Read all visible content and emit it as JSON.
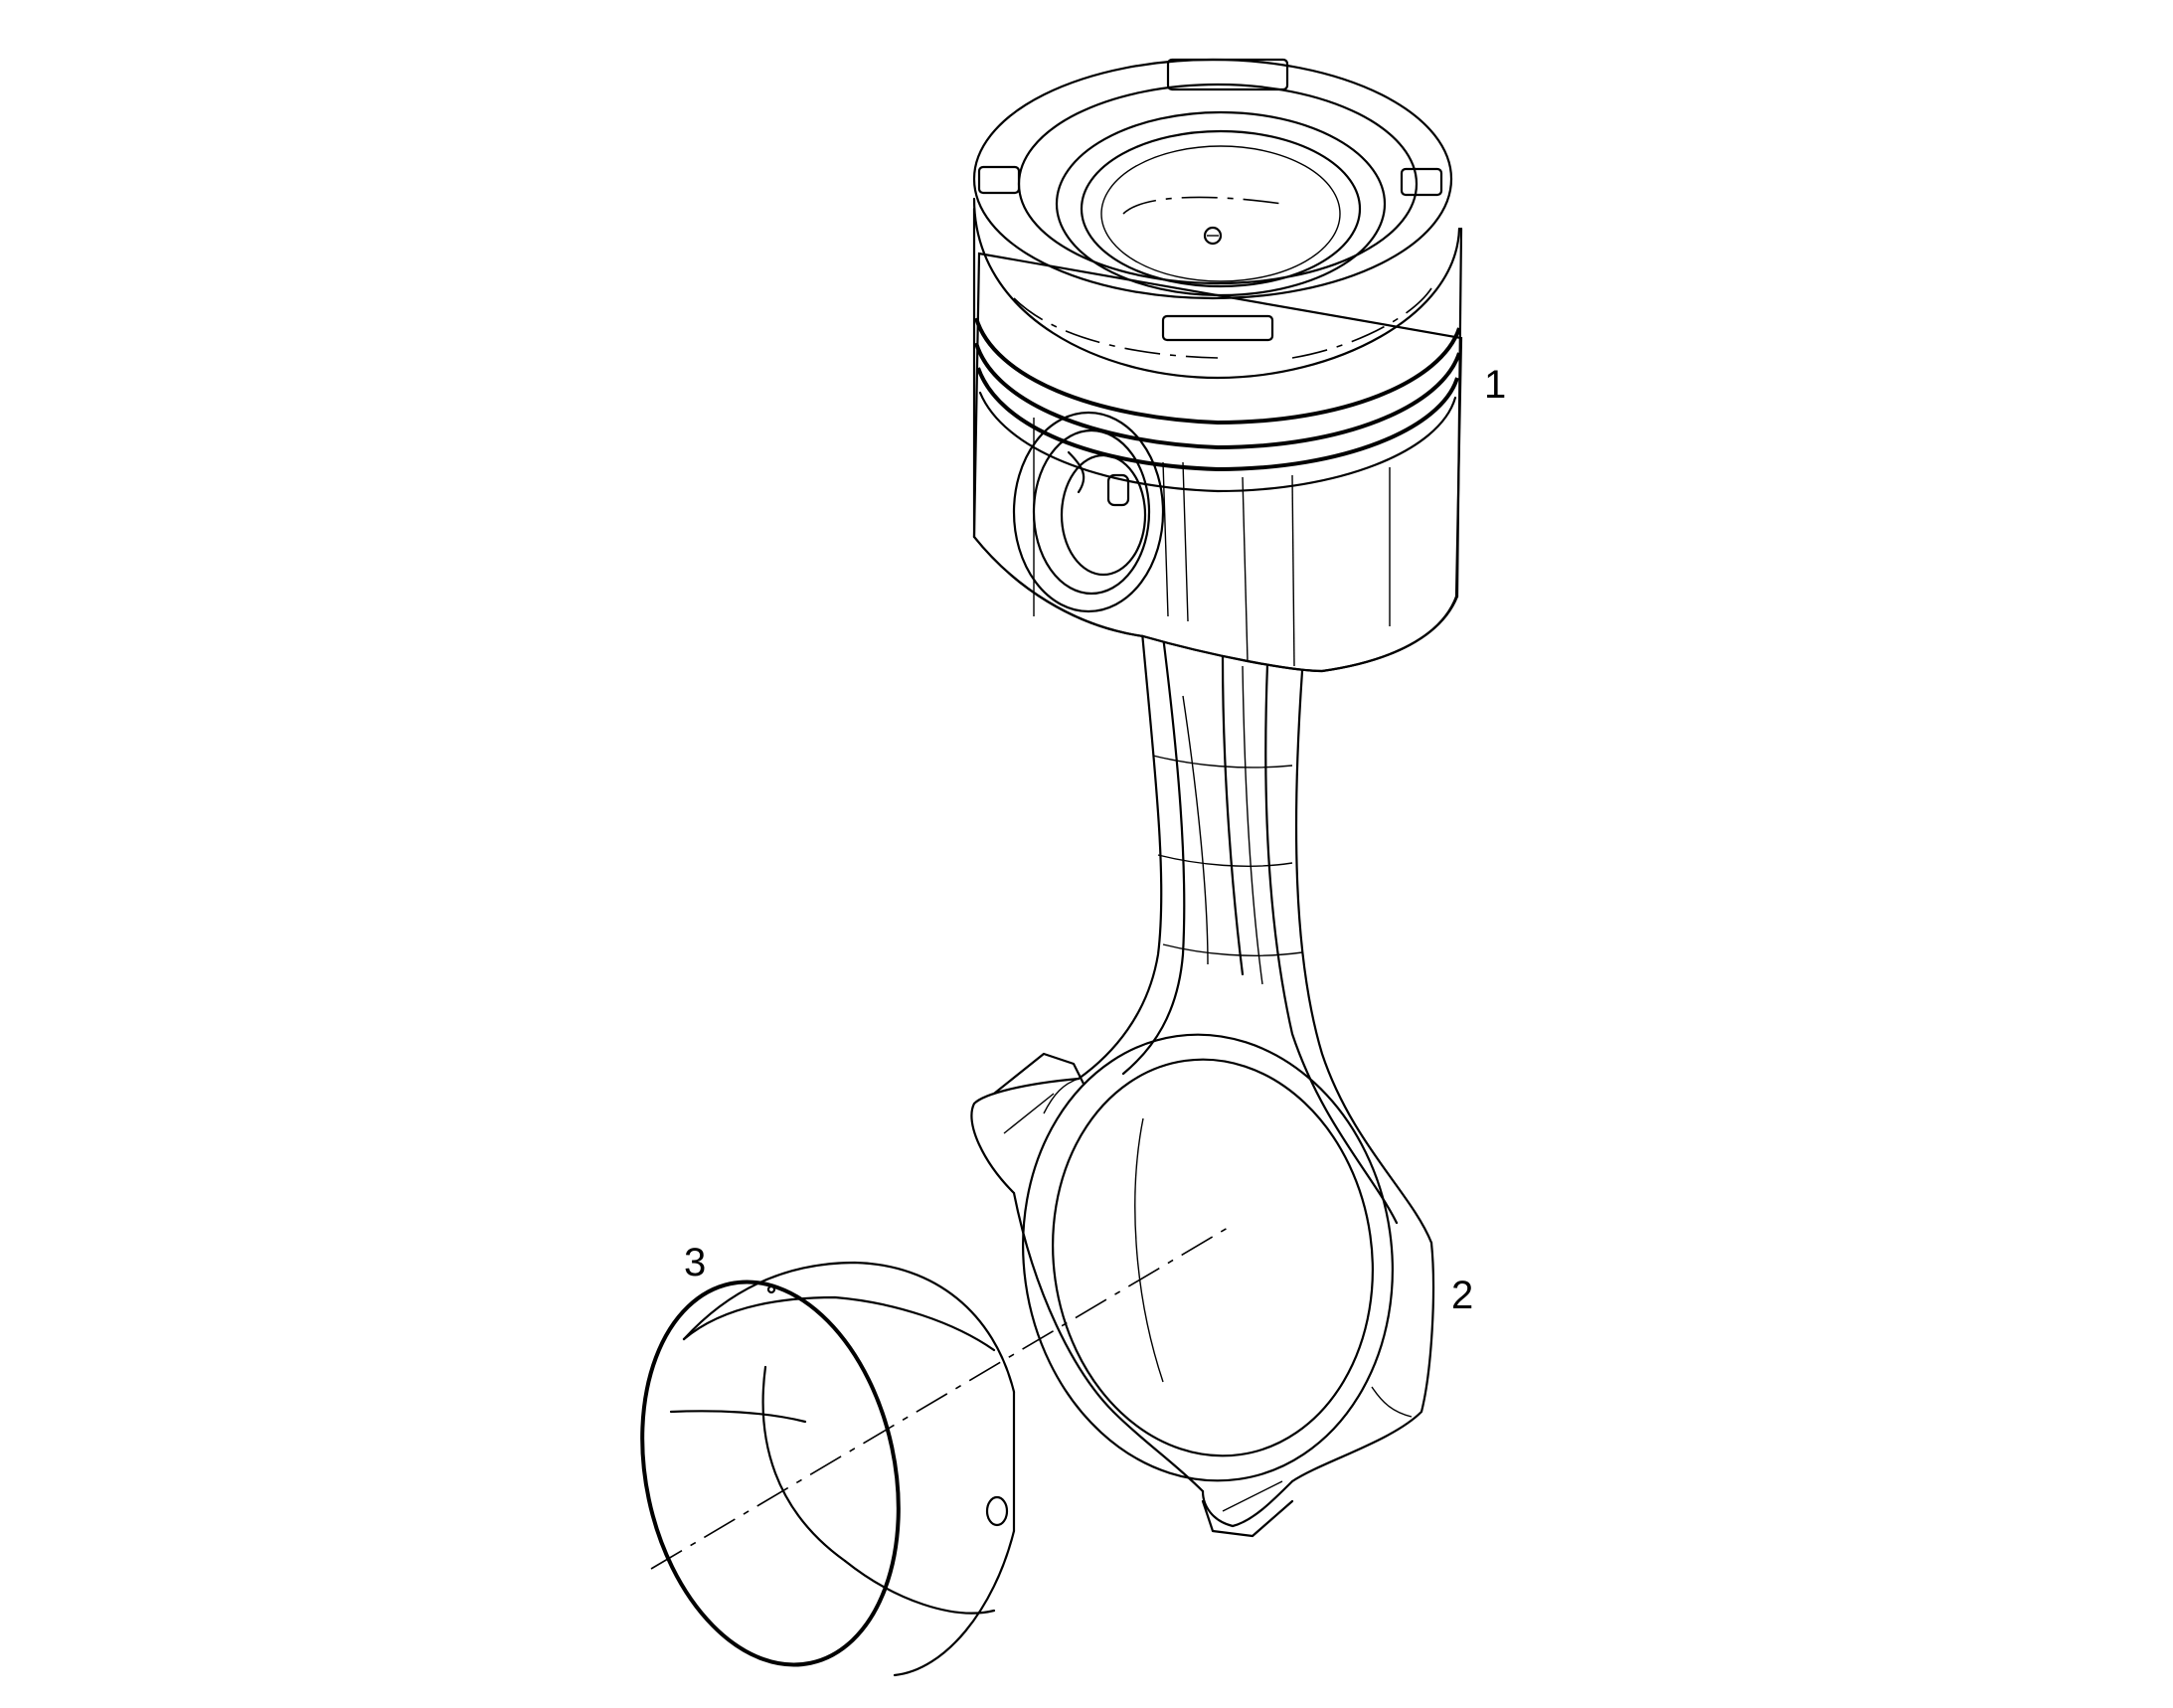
{
  "diagram": {
    "parts": [
      {
        "number": "1",
        "icon": "piston-icon"
      },
      {
        "number": "2",
        "icon": "connecting-rod-icon"
      },
      {
        "number": "3",
        "icon": "bearing-shell-icon"
      }
    ],
    "colors": {
      "line": "#000000",
      "background": "#ffffff"
    }
  }
}
